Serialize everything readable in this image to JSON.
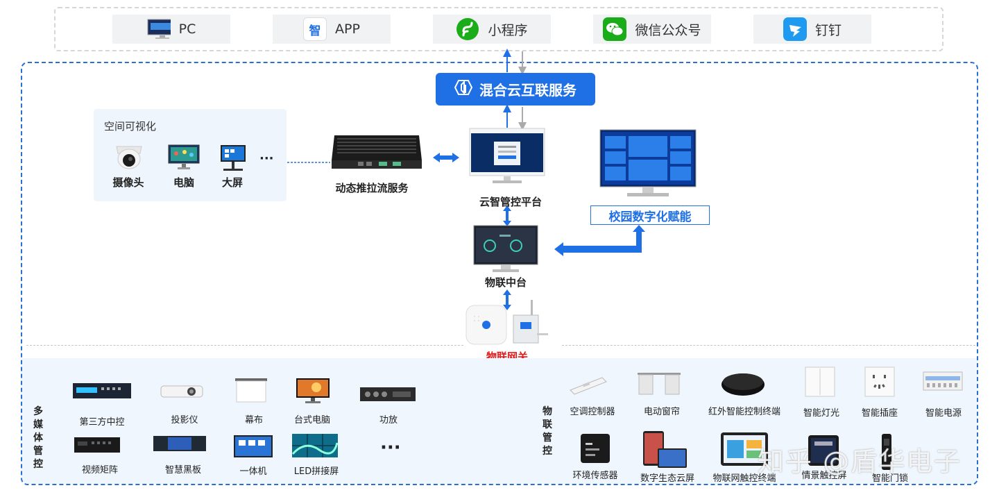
{
  "clients": [
    "PC",
    "APP",
    "小程序",
    "微信公众号",
    "钉钉"
  ],
  "app_icon_char": "智",
  "hybrid_cloud": "混合云互联服务",
  "visualization": {
    "title": "空间可视化",
    "items": [
      "摄像头",
      "电脑",
      "大屏"
    ],
    "more": "···"
  },
  "streaming_service": "动态推拉流服务",
  "cloud_platform": "云智管控平台",
  "campus": "校园数字化赋能",
  "iot_middle": "物联中台",
  "iot_gateway": "物联网关",
  "multimedia": {
    "side_label": [
      "多",
      "媒",
      "体",
      "管",
      "控"
    ],
    "row1": [
      "第三方中控",
      "投影仪",
      "幕布",
      "台式电脑",
      "功放"
    ],
    "row2": [
      "视频矩阵",
      "智慧黑板",
      "一体机",
      "LED拼接屏"
    ],
    "more": "···"
  },
  "iot_control": {
    "side_label": [
      "物",
      "联",
      "管",
      "控"
    ],
    "row1": [
      "空调控制器",
      "电动窗帘",
      "红外智能控制终端",
      "智能灯光",
      "智能插座",
      "智能电源"
    ],
    "row2": [
      "环境传感器",
      "数字生态云屏",
      "物联网触控终端",
      "情景触控屏",
      "智能门锁"
    ]
  },
  "watermark": "知乎 @盾华电子",
  "colors": {
    "accent": "#1f6fe5",
    "gateway_label": "#e21b1b",
    "panel_bg": "#eef5fc"
  }
}
